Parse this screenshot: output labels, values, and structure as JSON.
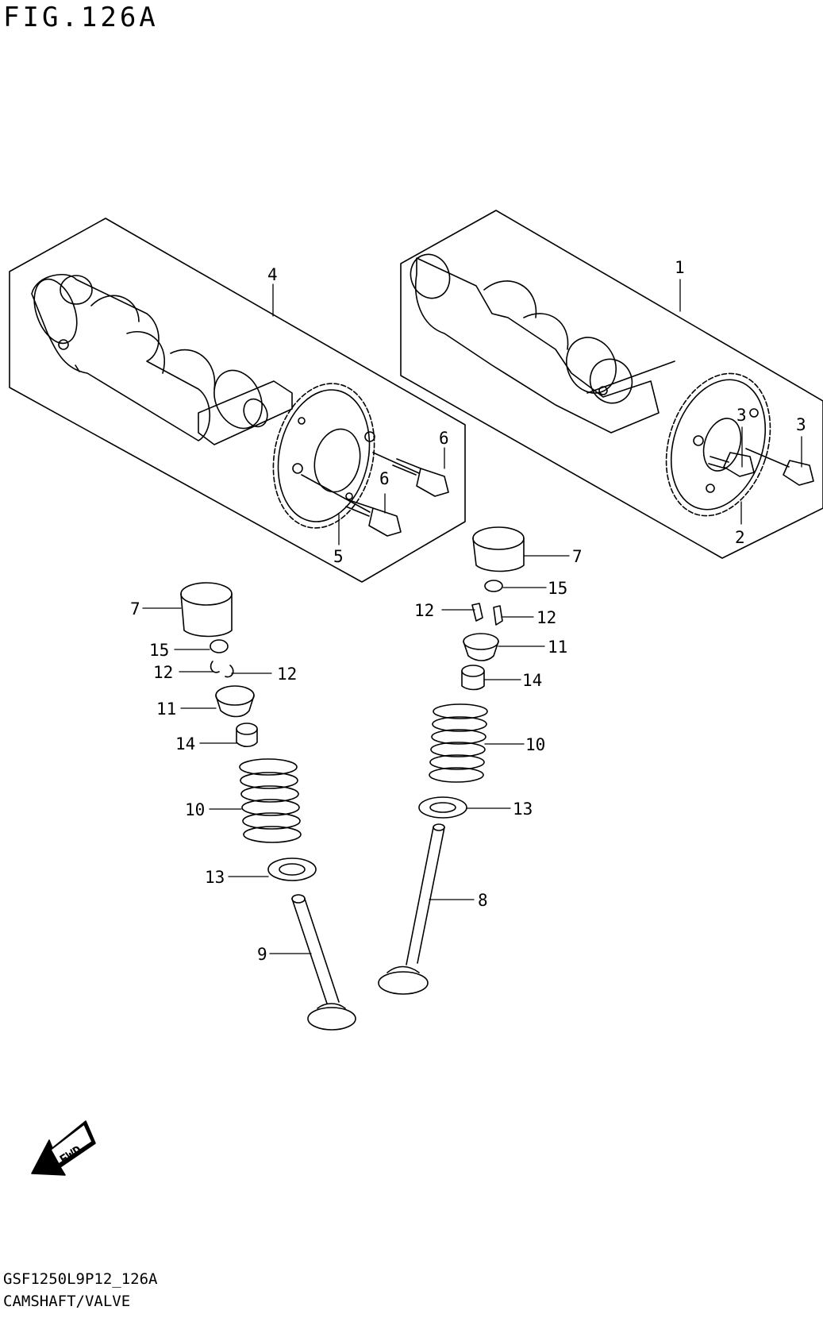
{
  "title": "FIG.126A",
  "footer": {
    "code": "GSF1250L9P12_126A",
    "name": "CAMSHAFT/VALVE"
  },
  "fwd_label": "FWD",
  "callouts": [
    "1",
    "2",
    "3",
    "3",
    "4",
    "5",
    "6",
    "6",
    "7",
    "15",
    "12",
    "12",
    "11",
    "14",
    "10",
    "13",
    "8",
    "7",
    "15",
    "12",
    "12",
    "11",
    "14",
    "10",
    "13",
    "9"
  ]
}
